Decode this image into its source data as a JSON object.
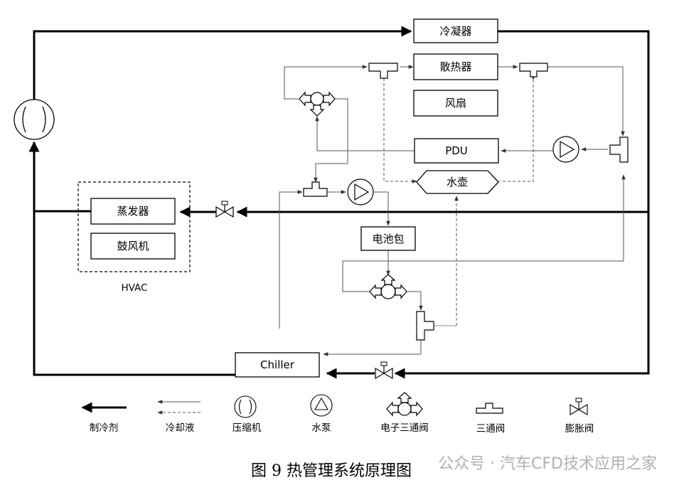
{
  "components": {
    "condenser": "冷凝器",
    "radiator": "散热器",
    "fan": "风扇",
    "pdu": "PDU",
    "reservoir": "水壶",
    "battery": "电池包",
    "evaporator": "蒸发器",
    "blower": "鼓风机",
    "hvac": "HVAC",
    "chiller": "Chiller"
  },
  "legend": {
    "refrigerant": "制冷剂",
    "coolant": "冷却液",
    "compressor": "压缩机",
    "pump": "水泵",
    "electronic_three_way_valve": "电子三通阀",
    "three_way_valve": "三通阀",
    "expansion_valve": "膨胀阀"
  },
  "caption": "图 9  热管理系统原理图",
  "watermark": "公众号 · 汽车CFD技术应用之家"
}
